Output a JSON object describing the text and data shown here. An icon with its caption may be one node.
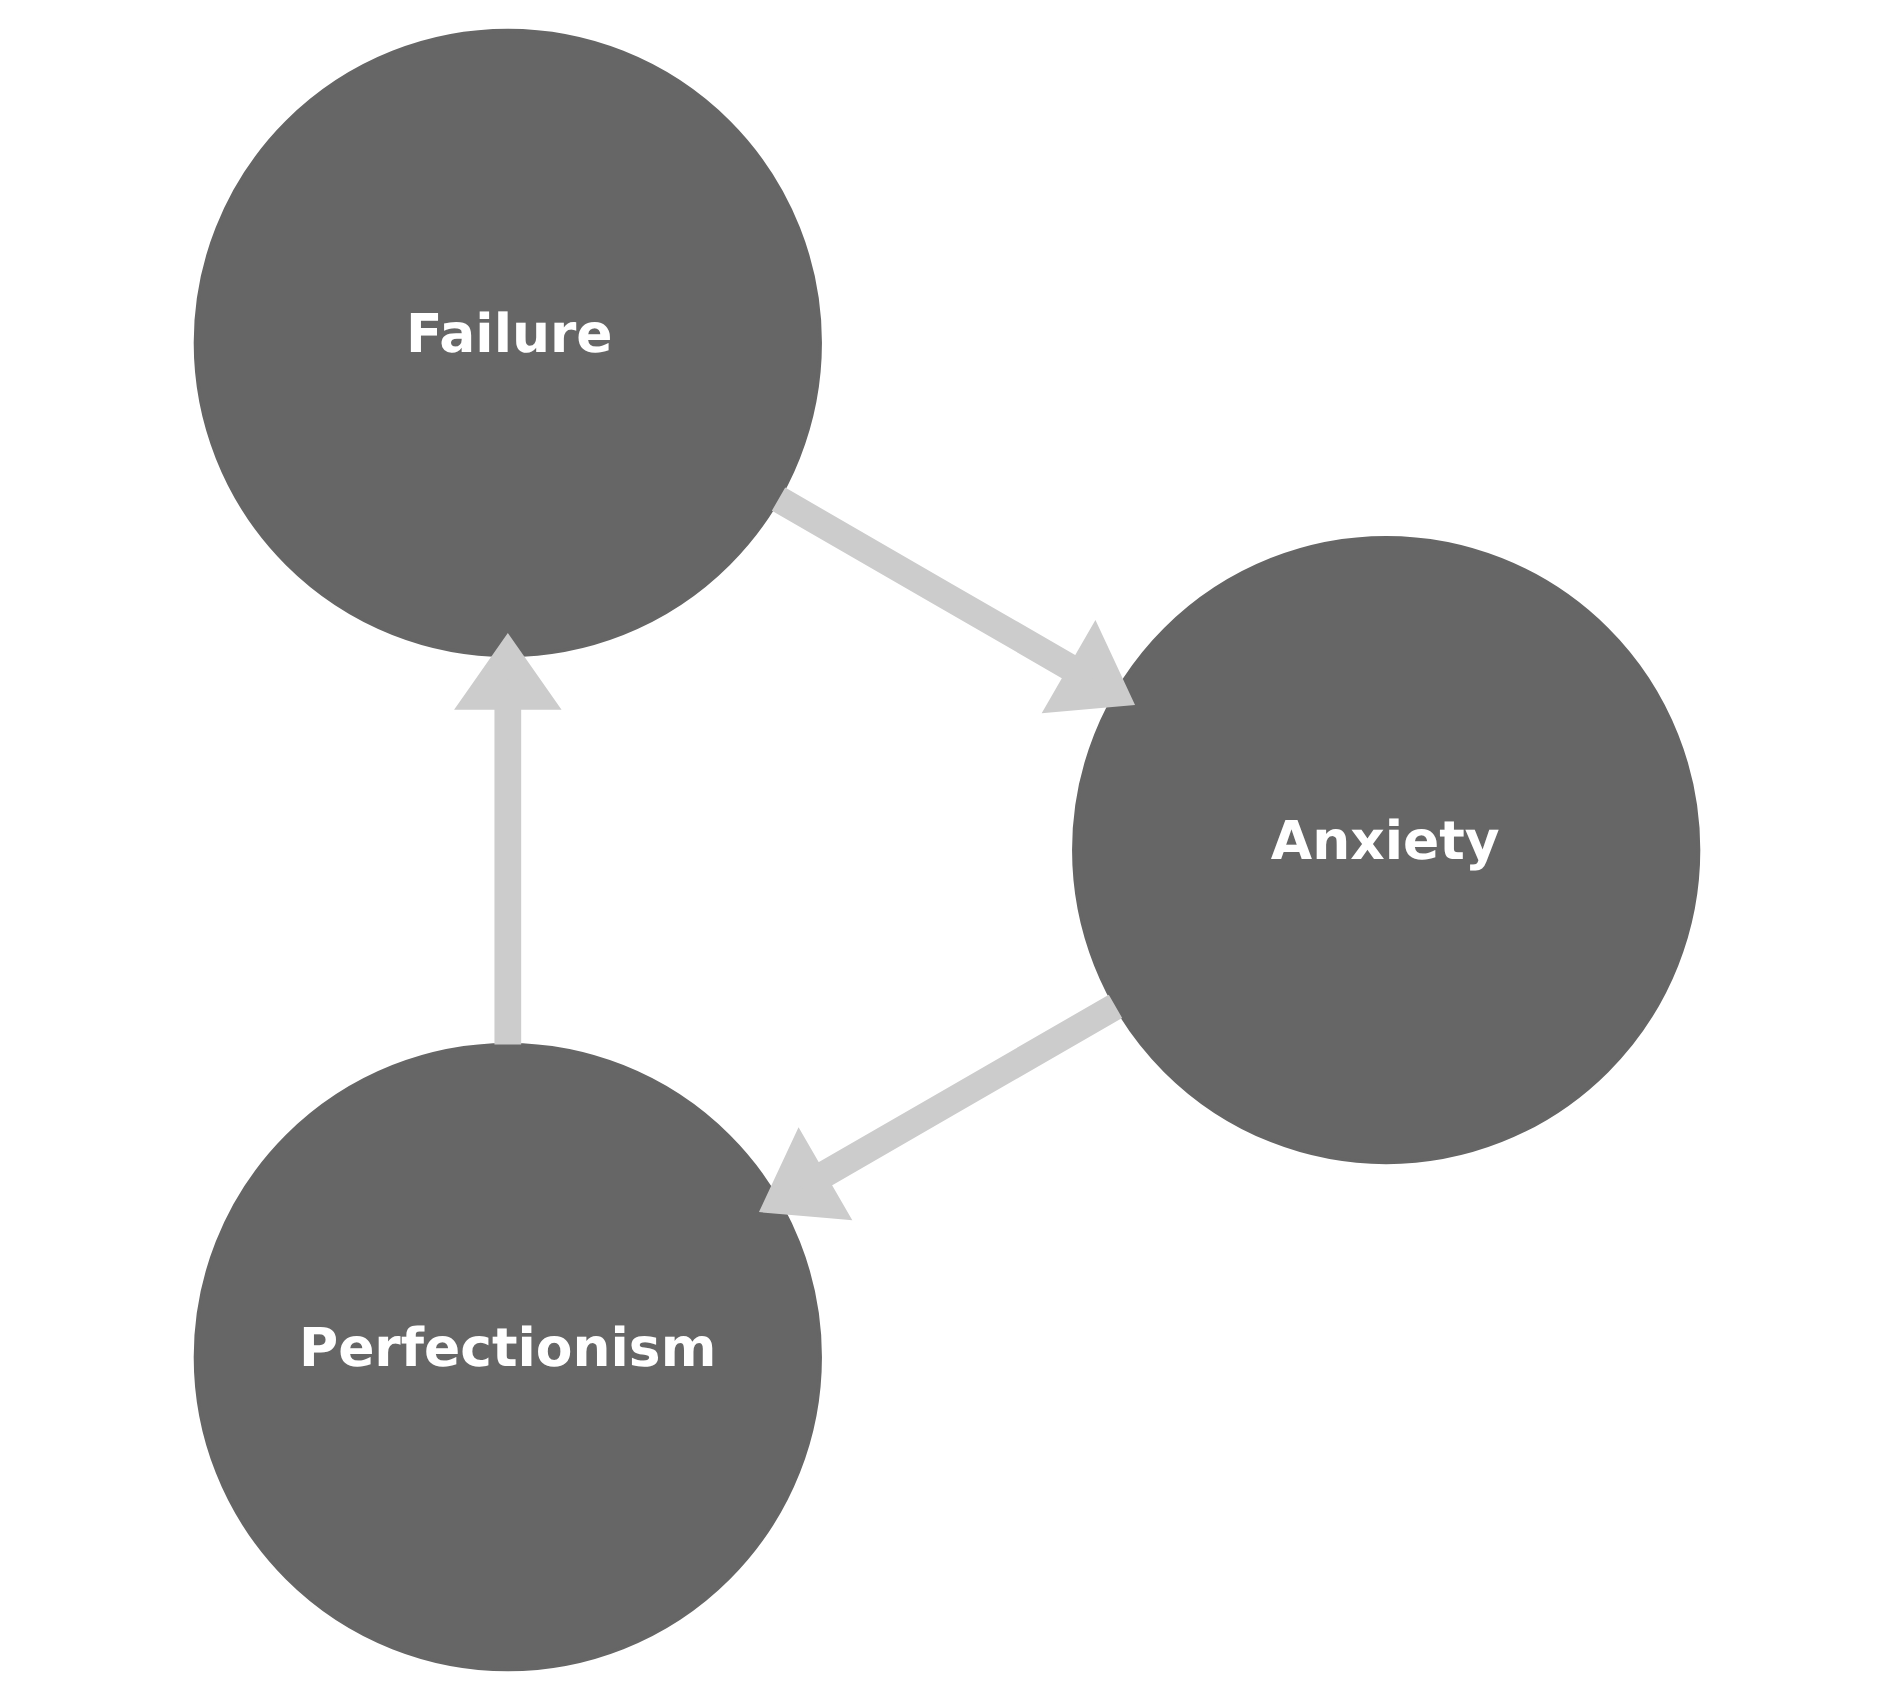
{
  "diagram": {
    "nodes": [
      {
        "text": [
          "Perfectionism"
        ]
      },
      {
        "text": [
          "Failure"
        ]
      },
      {
        "text": [
          "Anxiety"
        ]
      }
    ],
    "edges": [
      {
        "from": 0,
        "to": 1,
        "arrow": "to"
      },
      {
        "from": 1,
        "to": 2,
        "arrow": "to"
      },
      {
        "from": 2,
        "to": 0,
        "arrow": "to"
      }
    ]
  }
}
